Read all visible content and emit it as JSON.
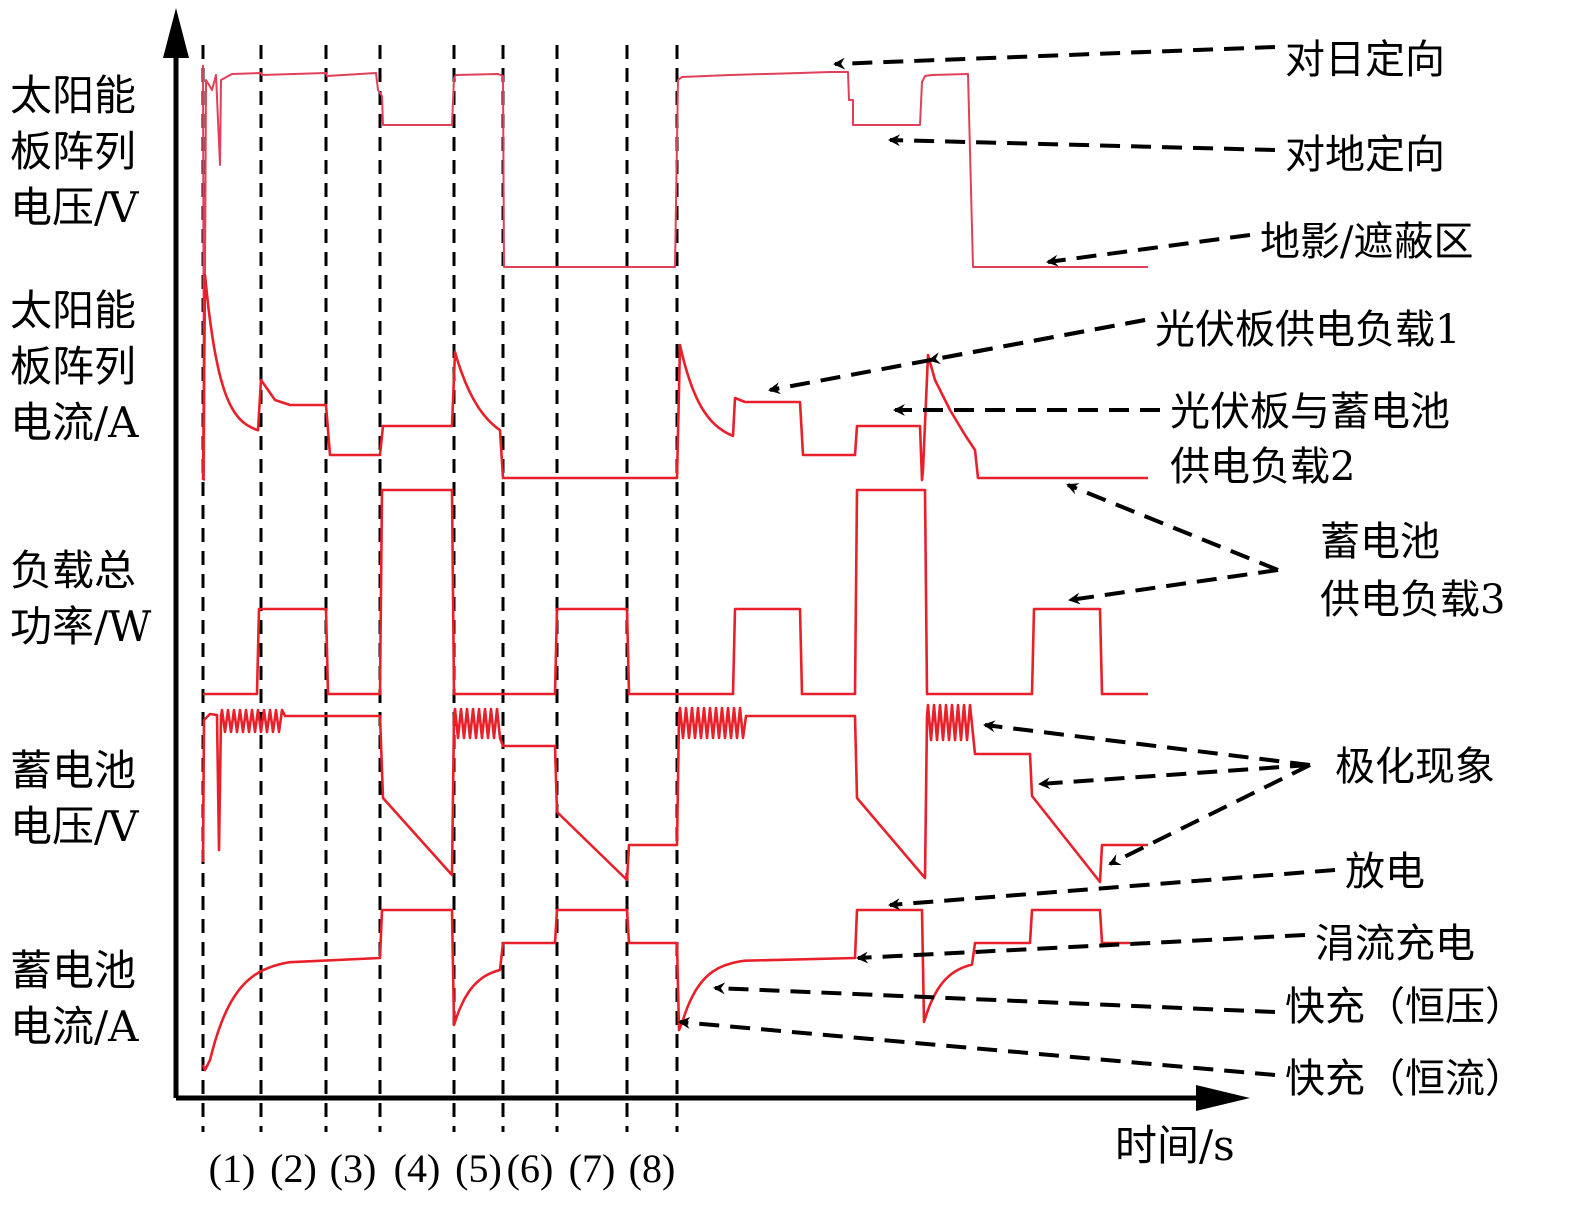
{
  "chart_data": {
    "type": "line",
    "title": "",
    "xlabel": "时间/s",
    "row_labels": [
      [
        "太阳能",
        "板阵列",
        "电压/V"
      ],
      [
        "太阳能",
        "板阵列",
        "电流/A"
      ],
      [
        "负载总",
        "功率/W"
      ],
      [
        "蓄电池",
        "电压/V"
      ],
      [
        "蓄电池",
        "电流/A"
      ]
    ],
    "periods": [
      "(1)",
      "(2)",
      "(3)",
      "(4)",
      "(5)",
      "(6)",
      "(7)",
      "(8)"
    ],
    "annotations": [
      {
        "lines": [
          "对日定向"
        ]
      },
      {
        "lines": [
          "对地定向"
        ]
      },
      {
        "lines": [
          "地影/遮蔽区"
        ]
      },
      {
        "lines": [
          "光伏板供电负载1"
        ]
      },
      {
        "lines": [
          "光伏板与蓄电池",
          "供电负载2"
        ]
      },
      {
        "lines": [
          "蓄电池",
          "供电负载3"
        ]
      },
      {
        "lines": [
          "极化现象"
        ]
      },
      {
        "lines": [
          "放电"
        ]
      },
      {
        "lines": [
          "涓流充电"
        ]
      },
      {
        "lines": [
          "快充（恒压）"
        ]
      },
      {
        "lines": [
          "快充（恒流）"
        ]
      }
    ],
    "colors": {
      "trace": "#e8202a",
      "axis": "#000000"
    }
  }
}
